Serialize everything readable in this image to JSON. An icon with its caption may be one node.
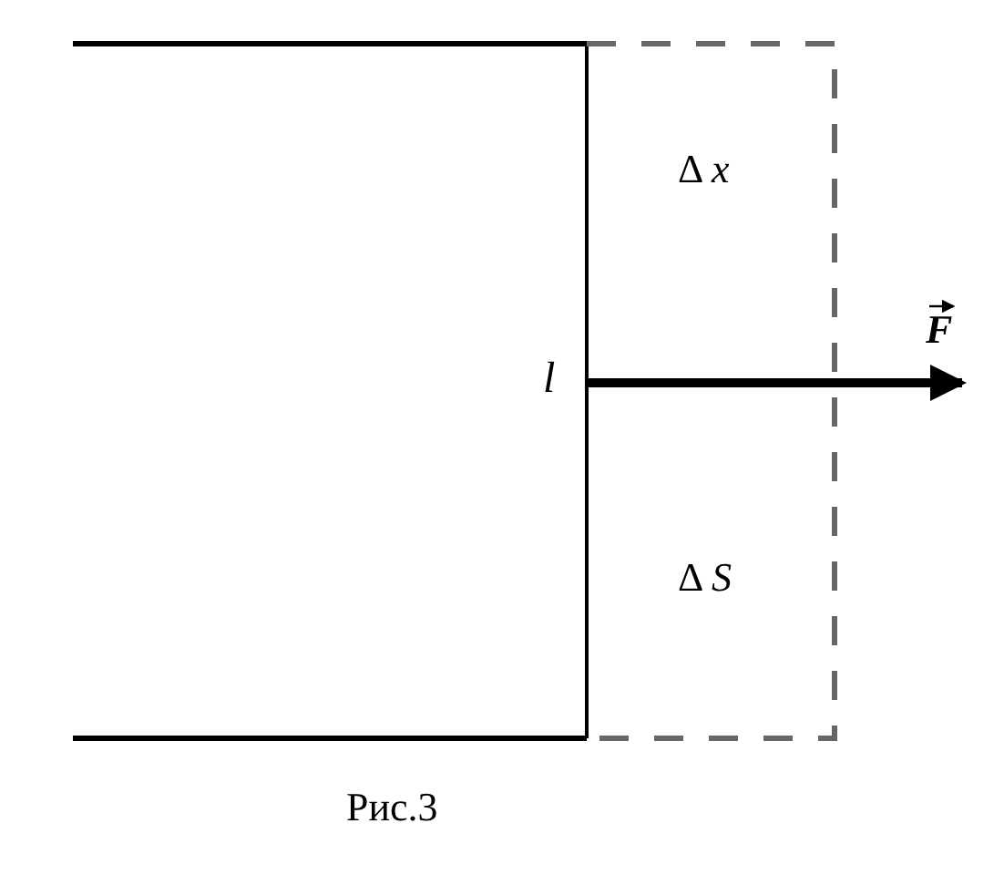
{
  "diagram": {
    "caption": "Рис.3",
    "labels": [
      "Δ *x*",
      "*F*",
      "l",
      "Δ *S*"
    ]
  }
}
